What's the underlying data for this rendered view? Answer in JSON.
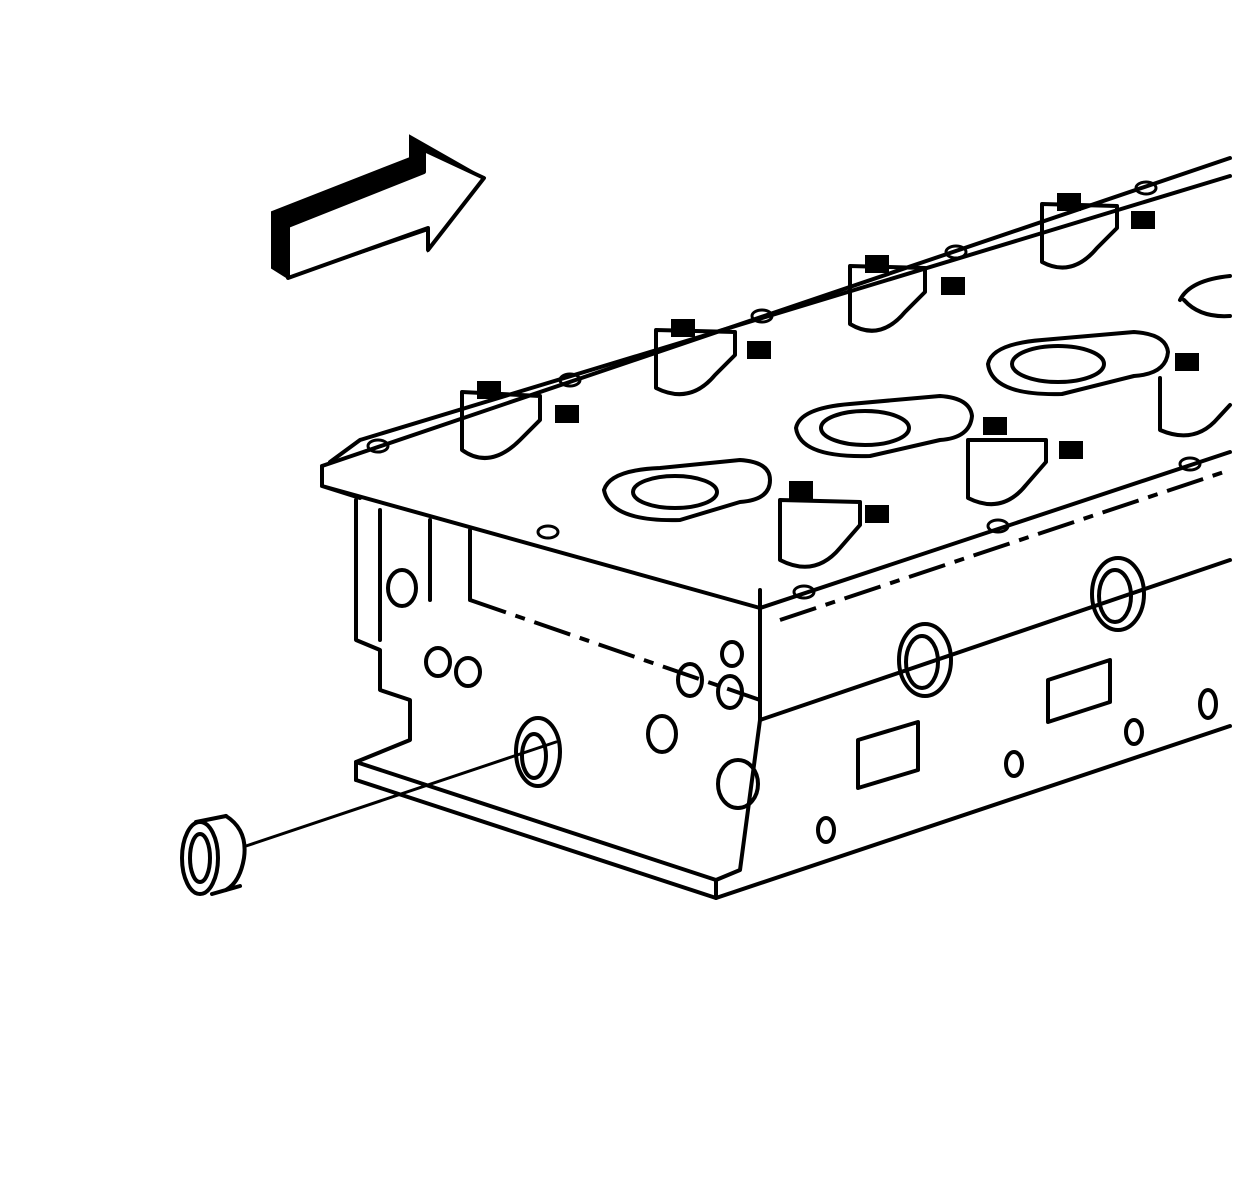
{
  "figure": {
    "subject": "cylinder head",
    "callout_part": "plug",
    "arrow": "direction-arrow"
  },
  "colors": {
    "line": "#000000",
    "background": "#ffffff"
  }
}
